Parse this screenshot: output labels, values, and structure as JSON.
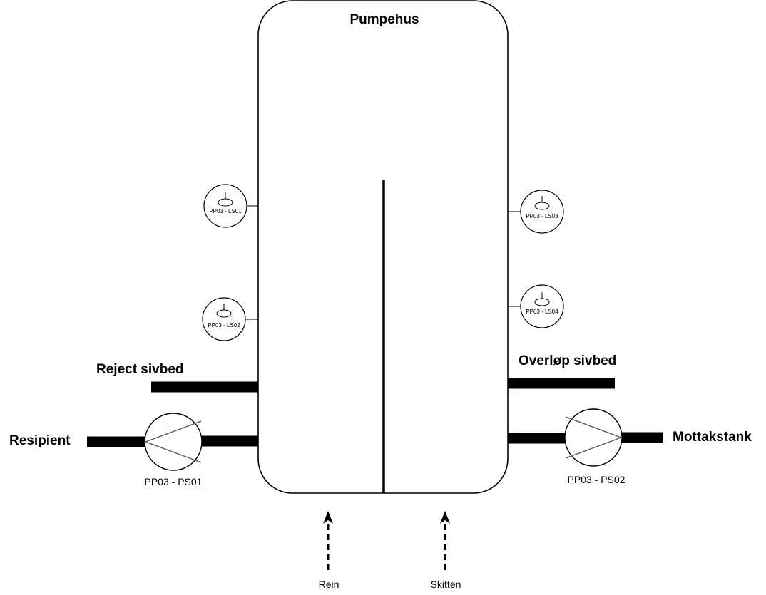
{
  "tank": {
    "title": "Pumpehus"
  },
  "level_sensors": {
    "ls01": "PP03 - LS01",
    "ls02": "PP03 - LS02",
    "ls03": "PP03 - LS03",
    "ls04": "PP03 - LS04"
  },
  "pumps": {
    "ps01": "PP03 - PS01",
    "ps02": "PP03 - PS02"
  },
  "pipes": {
    "reject": "Reject sivbed",
    "overflow": "Overløp sivbed",
    "recipient": "Resipient",
    "receiving_tank": "Mottakstank"
  },
  "inflows": {
    "clean": "Rein",
    "dirty": "Skitten"
  },
  "colors": {
    "line": "#000000",
    "pump_chevron": "#666666",
    "background": "#ffffff"
  }
}
